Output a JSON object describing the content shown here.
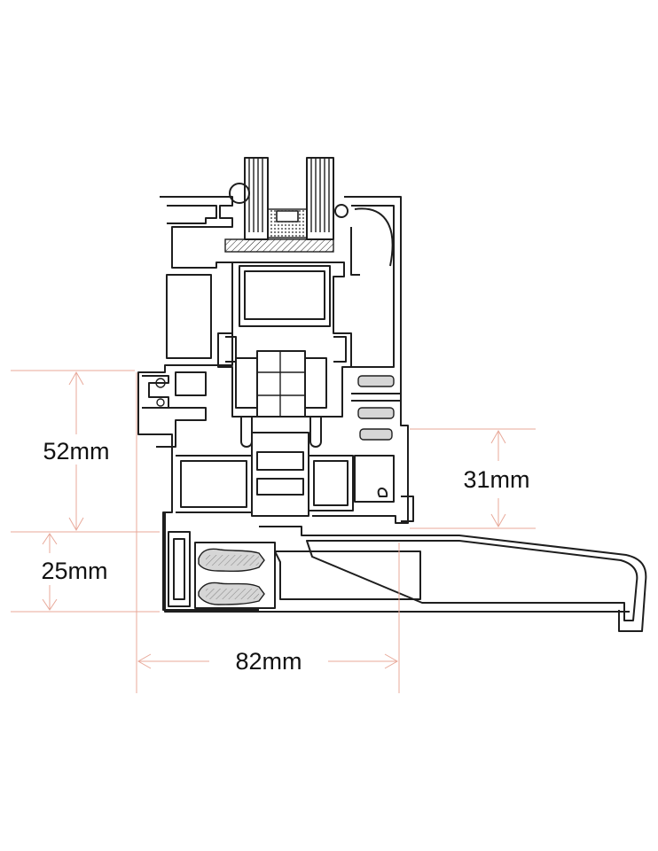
{
  "colors": {
    "profile": "#1e1e1e",
    "dimension": "#e8a99a",
    "gasket": "#d6d6d6",
    "background": "#ffffff"
  },
  "dimensions": {
    "frame_height_upper": "52mm",
    "frame_height_lower": "25mm",
    "sill_depth": "82mm",
    "sash_rebate": "31mm"
  }
}
